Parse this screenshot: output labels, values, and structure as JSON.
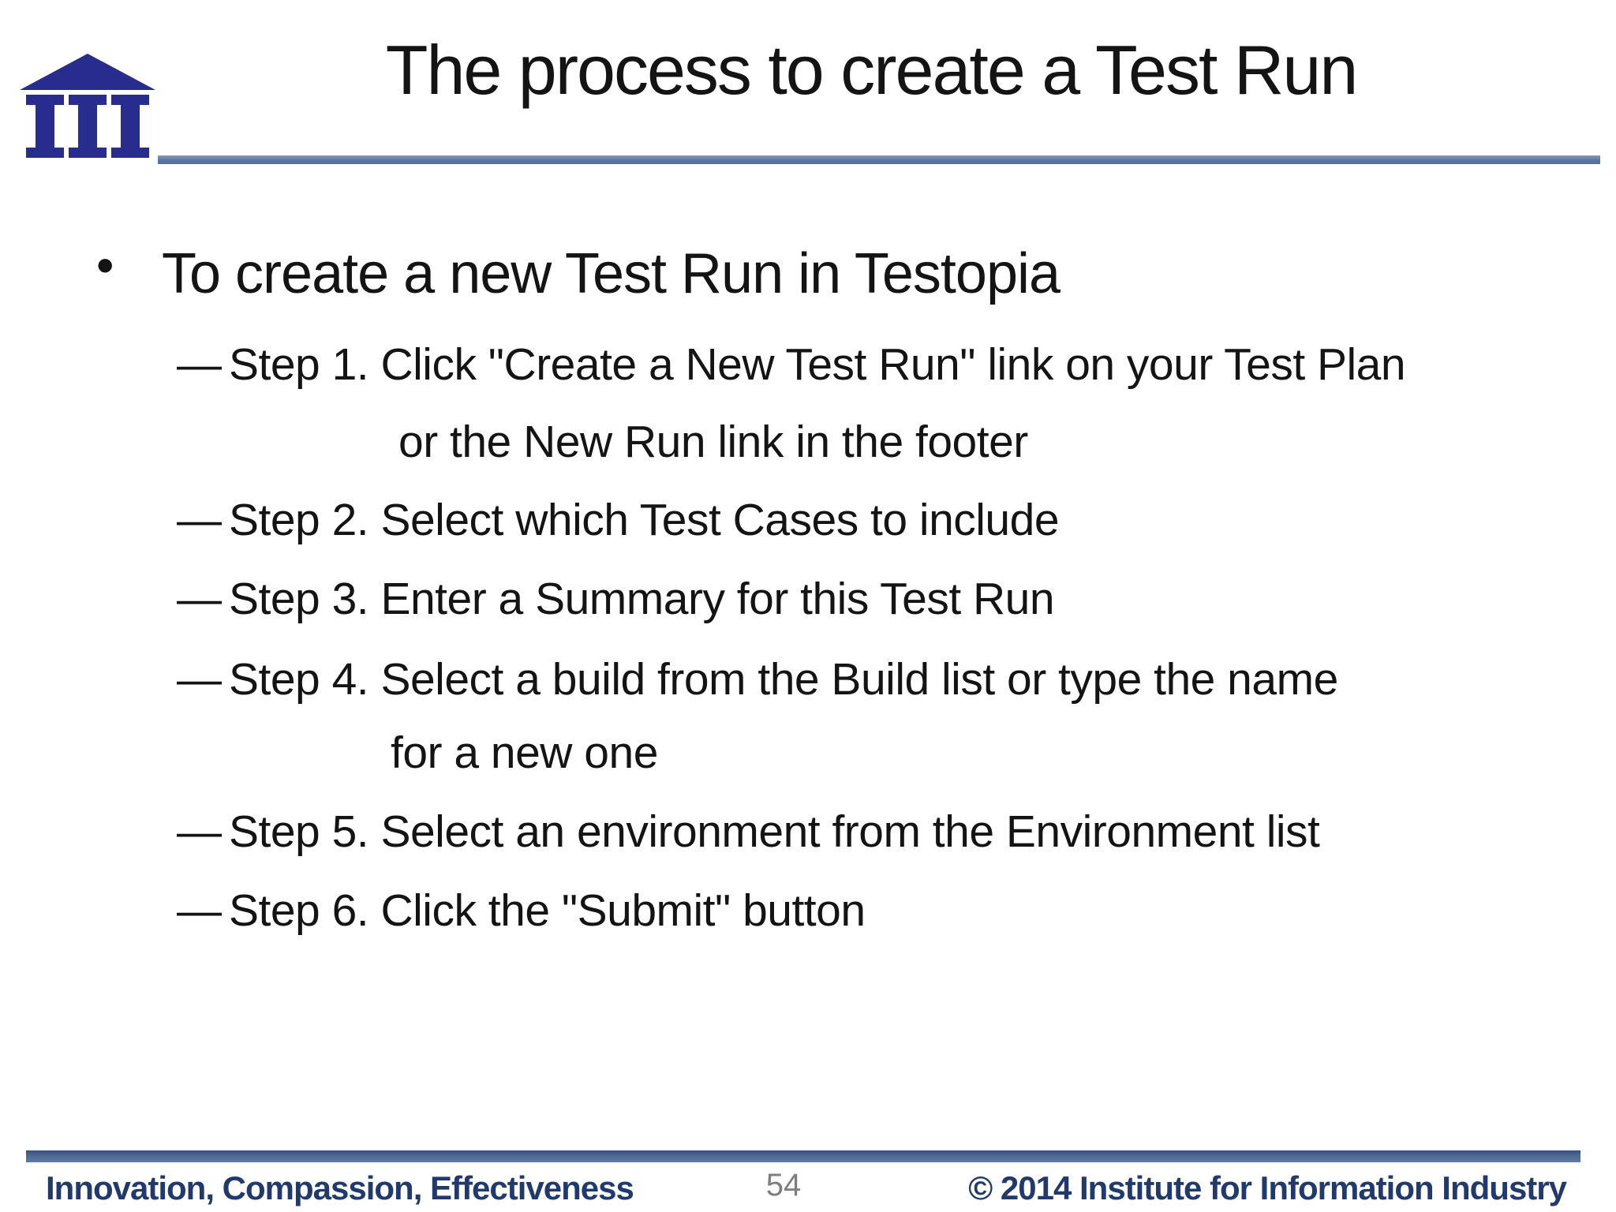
{
  "header": {
    "title": "The process to create a Test Run",
    "logo": "institute-for-information-industry-columns"
  },
  "content": {
    "bullet_glyph": "•",
    "dash_glyph": "—",
    "bullet": "To create a new Test Run in Testopia",
    "steps": [
      {
        "text": "Step 1. Click \"Create a New Test Run\" link on your Test Plan",
        "wrap": "or the New Run link in the footer"
      },
      {
        "text": "Step 2. Select which Test Cases to include"
      },
      {
        "text": "Step 3. Enter a Summary for this Test Run"
      },
      {
        "text": "Step 4. Select a build from the Build list or type the name",
        "wrap": "for a new one"
      },
      {
        "text": "Step 5. Select an environment from the Environment list"
      },
      {
        "text": "Step 6. Click the \"Submit\" button"
      }
    ]
  },
  "footer": {
    "motto": "Innovation, Compassion, Effectiveness",
    "page_number": "54",
    "copyright": "© 2014 Institute for Information Industry"
  },
  "colors": {
    "logo_navy": "#282c8c",
    "rule_steel_blue": "#5b76a4",
    "footer_navy": "#213a6b",
    "page_number_gray": "#7e7e7e",
    "body_text": "#141414",
    "background": "#ffffff"
  }
}
